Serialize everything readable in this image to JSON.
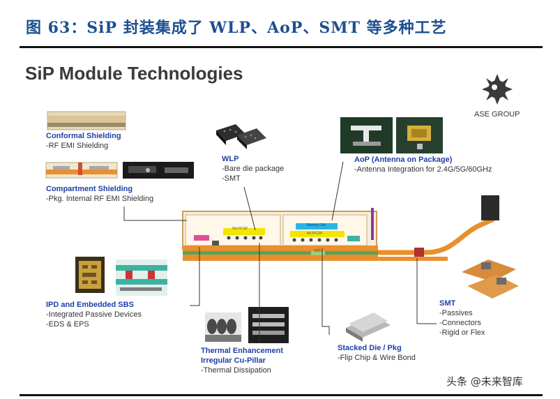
{
  "figure_title": "图 63：SiP 封装集成了 WLP、AoP、SMT 等多种工艺",
  "heading": "SiP Module Technologies",
  "logo_text": "ASE GROUP",
  "labels": {
    "conformal": {
      "title": "Conformal Shielding",
      "lines": [
        "-RF EMI Shielding"
      ]
    },
    "compartment": {
      "title": "Compartment Shielding",
      "lines": [
        "-Pkg. Internal RF EMI Shielding"
      ]
    },
    "wlp": {
      "title": "WLP",
      "lines": [
        "-Bare die package",
        "-SMT"
      ]
    },
    "aop": {
      "title": "AoP (Antenna on Package)",
      "lines": [
        "-Antenna Integration for 2.4G/5G/60GHz"
      ]
    },
    "ipd": {
      "title": "IPD and Embedded SBS",
      "lines": [
        "-Integrated Passive Devices",
        "-EDS & EPS"
      ]
    },
    "thermal": {
      "title": "Thermal Enhancement",
      "title2": "Irregular Cu-Pillar",
      "lines": [
        "-Thermal Dissipation"
      ]
    },
    "stacked": {
      "title": "Stacked Die / Pkg",
      "lines": [
        "-Flip Chip & Wire Bond"
      ]
    },
    "smt": {
      "title": "SMT",
      "lines": [
        "-Passives",
        "-Connectors",
        "-Rigid or Flex"
      ]
    }
  },
  "chip_labels": {
    "wlp_chip": "WLP/CSP",
    "fc_chip": "WLP/CSP",
    "memory": "Memory Die",
    "sbs": "SBS"
  },
  "watermark": "头条 @未来智库",
  "colors": {
    "title_blue": "#1d4f91",
    "label_blue": "#1f3fa6",
    "substrate": "#e8902e",
    "chip_yellow": "#f2e600",
    "memory_cyan": "#2ab4e8",
    "shield_pink": "#e14e9b"
  }
}
